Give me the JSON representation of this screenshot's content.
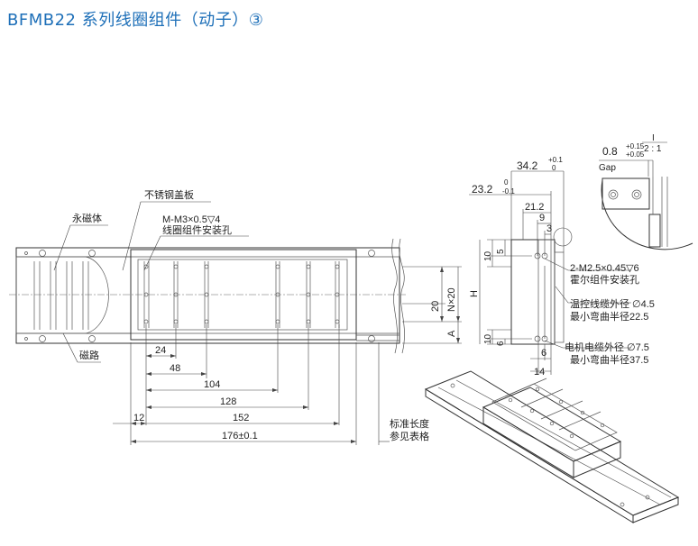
{
  "title": "BFMB22 系列线圈组件（动子）③",
  "labels": {
    "stainless_cover": "不锈钢盖板",
    "permanent_magnet": "永磁体",
    "thread_spec": "M-M3×0.5▽4",
    "coil_mount_holes": "线圈组件安装孔",
    "magnetic_circuit": "磁路",
    "std_length_1": "标准长度",
    "std_length_2": "参见表格",
    "hall_thread": "2-M2.5×0.45▽6",
    "hall_mount_holes": "霍尔组件安装孔",
    "temp_cable": "温控线缆外径 ∅4.5",
    "temp_bend": "最小弯曲半径22.5",
    "motor_cable": "电机电缆外径 ∅7.5",
    "motor_bend": "最小弯曲半径37.5"
  },
  "front_dims": {
    "d24": "24",
    "d48": "48",
    "d104": "104",
    "d128": "128",
    "d152": "152",
    "d12": "12",
    "d176": "176±0.1",
    "d20": "20",
    "nx20": "N×20",
    "a": "A"
  },
  "side_dims": {
    "d34": "34.2",
    "d34_tol_up": "+0.1",
    "d34_tol_dn": "0",
    "d23": "23.2",
    "d23_tol_up": "0",
    "d23_tol_dn": "-0.1",
    "d21": "21.2",
    "d9": "9",
    "d3": "3",
    "d10a": "10",
    "d5": "5",
    "h": "H",
    "d10b": "10",
    "d6a": "6",
    "d6b": "6",
    "d14": "14"
  },
  "detail": {
    "gap_value": "0.8",
    "gap_tol_up": "+0.15",
    "gap_tol_dn": "+0.05",
    "gap_label": "Gap",
    "mark_i": "I",
    "scale": "2 : 1"
  }
}
